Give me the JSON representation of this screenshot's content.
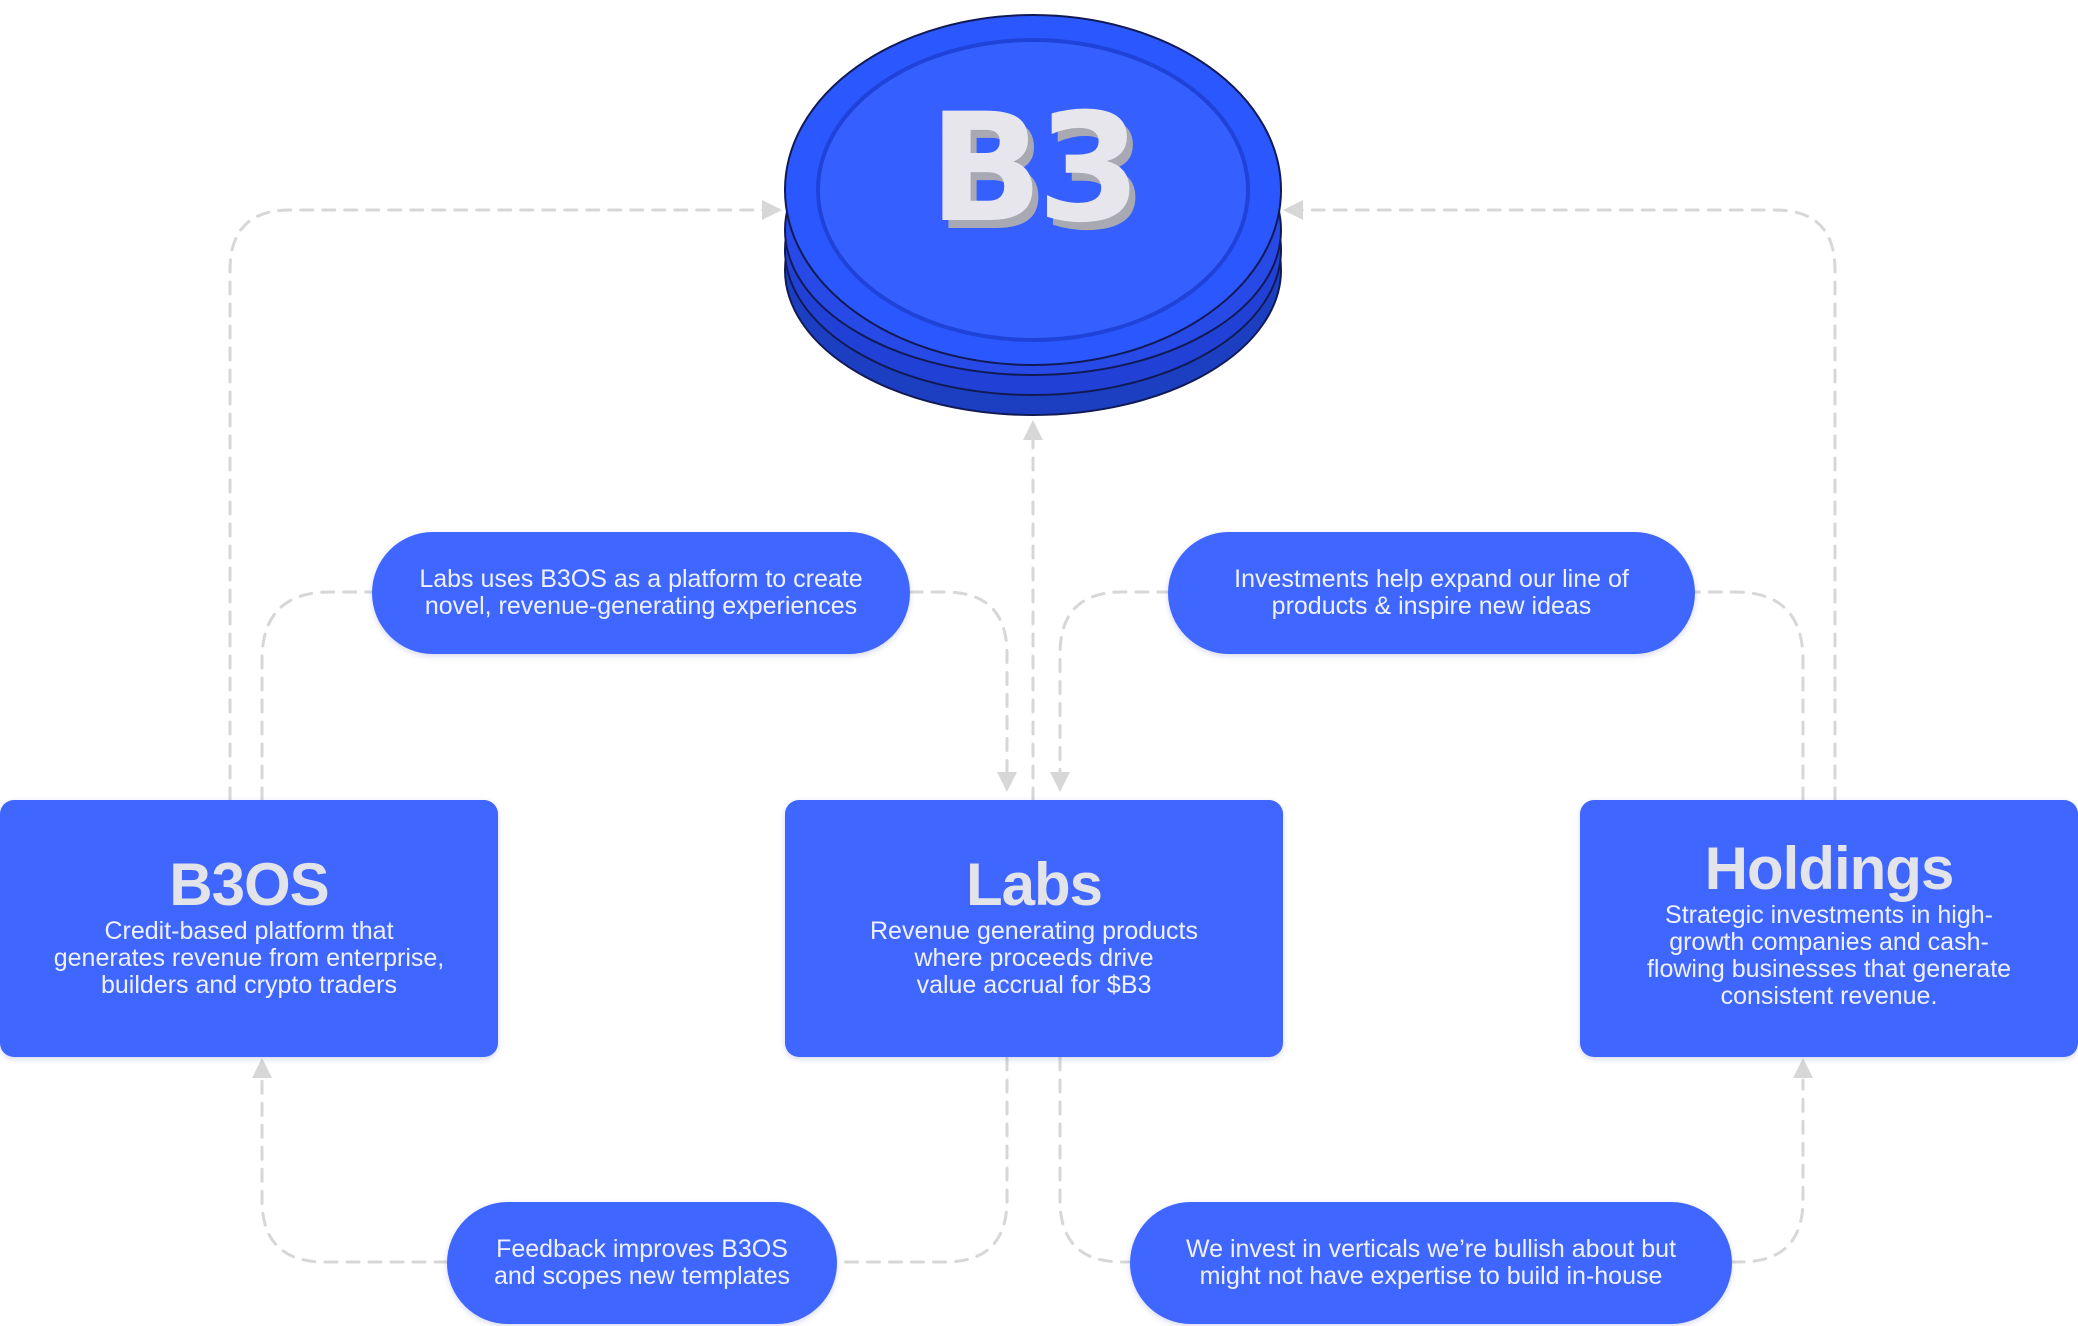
{
  "logo": {
    "text": "B3",
    "color": "#2b57ff"
  },
  "nodes": {
    "b3os": {
      "title": "B3OS",
      "description": "Credit-based platform that\ngenerates revenue from enterprise,\nbuilders and crypto traders"
    },
    "labs": {
      "title": "Labs",
      "description": "Revenue generating products\nwhere proceeds drive\nvalue accrual for $B3"
    },
    "holdings": {
      "title": "Holdings",
      "description": "Strategic investments in high-\ngrowth companies and cash-\nflowing businesses that generate\nconsistent revenue."
    }
  },
  "flows": {
    "labs_uses_b3os": "Labs uses B3OS as a platform to create\nnovel, revenue-generating experiences",
    "investments_expand": "Investments help expand our line of\nproducts & inspire new ideas",
    "feedback_improves": "Feedback improves B3OS\nand scopes new templates",
    "invest_verticals": "We invest in verticals we’re bullish about but\nmight not have expertise to build in-house"
  },
  "colors": {
    "card": "#3f66ff",
    "coin": "#2b57ff",
    "connector": "#d7d7d7",
    "title_text": "#e3e3ea"
  }
}
